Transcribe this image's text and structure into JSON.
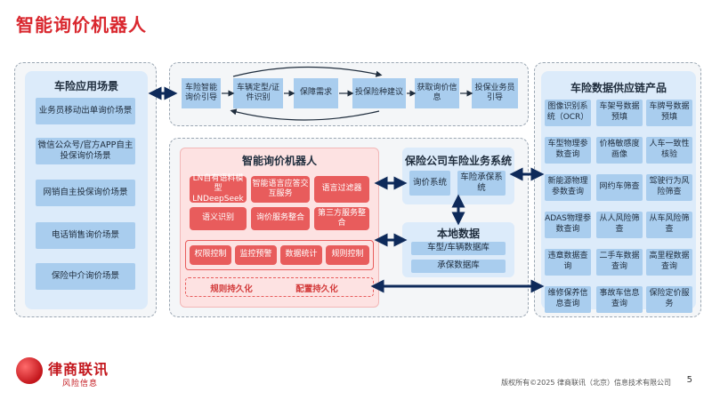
{
  "title": "智能询价机器人",
  "left_panel": {
    "heading": "车险应用场景",
    "items": [
      "业务员移动出单询价场景",
      "微信公众号/官方APP自主投保询价场景",
      "网销自主投保询价场景",
      "电话销售询价场景",
      "保险中介询价场景"
    ]
  },
  "flow": {
    "steps": [
      "车险智能询价引导",
      "车辆定型/证件识别",
      "保障需求",
      "投保险种建议",
      "获取询价信息",
      "投保业务员引导"
    ]
  },
  "robot": {
    "heading": "智能询价机器人",
    "services": [
      "LN自有语料模型LNDeepSeek",
      "智能语言应答交互服务",
      "语言过滤器",
      "语义识别",
      "询价服务整合",
      "第三方服务整合"
    ],
    "controls": [
      "权限控制",
      "监控预警",
      "数据统计",
      "规则控制"
    ],
    "persistence": [
      "规则持久化",
      "配置持久化"
    ]
  },
  "insurer": {
    "heading": "保险公司车险业务系统",
    "systems": [
      "询价系统",
      "车险承保系统"
    ]
  },
  "local_data": {
    "heading": "本地数据",
    "items": [
      "车型/车辆数据库",
      "承保数据库"
    ]
  },
  "right_panel": {
    "heading": "车险数据供应链产品",
    "items": [
      "图像识别系统（OCR）",
      "车架号数据预填",
      "车牌号数据预填",
      "车型物理参数查询",
      "价格敏感度画像",
      "人车一致性核验",
      "新能源物理参数查询",
      "网约车筛查",
      "驾驶行为风险筛查",
      "ADAS物理参数查询",
      "从人风险筛查",
      "从车风险筛查",
      "违章数据查询",
      "二手车数据查询",
      "高里程数据查询",
      "维修保养信息查询",
      "事故车信息查询",
      "保险定价服务"
    ]
  },
  "footer": {
    "logo_main": "律商联讯",
    "logo_sub": "风险信息",
    "copyright": "版权所有©2025  律商联讯（北京）信息技术有限公司",
    "page": "5"
  },
  "colors": {
    "title": "#d9272e",
    "blue_box": "#a9cdee",
    "red_box": "#e85c5c",
    "arrow": "#0e2a5a"
  }
}
